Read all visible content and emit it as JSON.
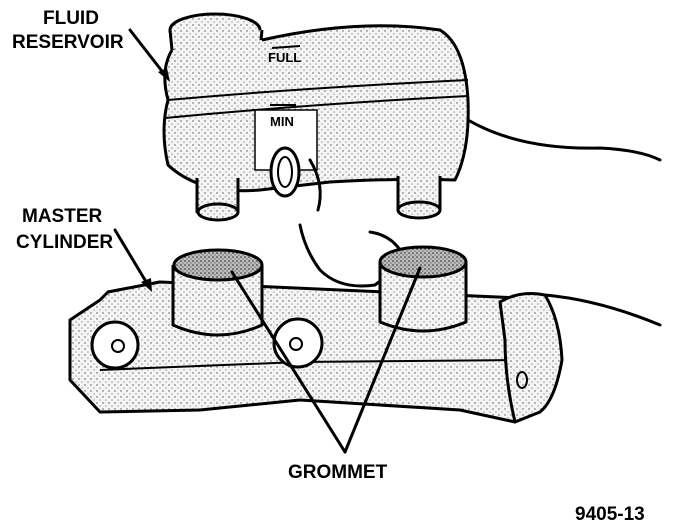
{
  "labels": {
    "fluid_reservoir_1": "FLUID",
    "fluid_reservoir_2": "RESERVOIR",
    "master_cylinder_1": "MASTER",
    "master_cylinder_2": "CYLINDER",
    "grommet": "GROMMET",
    "full": "FULL",
    "min": "MIN",
    "figure_id": "9405-13"
  }
}
